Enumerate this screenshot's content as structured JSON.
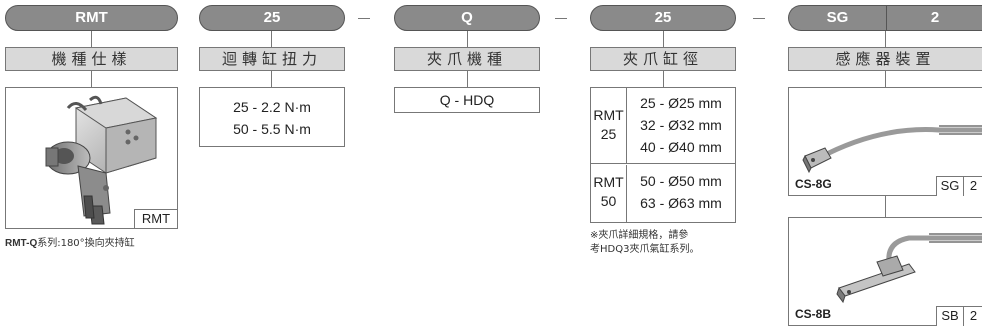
{
  "columns": {
    "model": {
      "code": "RMT",
      "header": "機種仕樣",
      "image_tag": "RMT",
      "caption_bold": "RMT-Q",
      "caption_rest": "系列:180°換向夾持缸"
    },
    "torque": {
      "code": "25",
      "header": "迴轉缸扭力",
      "values": [
        "25 - 2.2 N·m",
        "50 - 5.5 N·m"
      ]
    },
    "jaw_model": {
      "code": "Q",
      "header": "夾爪機種",
      "values": [
        "Q - HDQ"
      ]
    },
    "jaw_bore": {
      "code": "25",
      "header": "夾爪缸徑",
      "groups": [
        {
          "label": [
            "RMT",
            "25"
          ],
          "values": [
            "25 - Ø25 mm",
            "32 - Ø32 mm",
            "40 - Ø40 mm"
          ]
        },
        {
          "label": [
            "RMT",
            "50"
          ],
          "values": [
            "50 - Ø50 mm",
            "63 - Ø63 mm"
          ]
        }
      ],
      "note": [
        "※夾爪詳細規格，請參",
        "考HDQ3夾爪氣缸系列。"
      ]
    },
    "sensor": {
      "code_a": "SG",
      "code_b": "2",
      "header": "感應器裝置",
      "items": [
        {
          "name": "CS-8G",
          "tag_a": "SG",
          "tag_b": "2"
        },
        {
          "name": "CS-8B",
          "tag_a": "SB",
          "tag_b": "2"
        }
      ]
    }
  },
  "colors": {
    "pill": "#8a8a8a",
    "header_bg": "#d9d9d9",
    "line": "#777777"
  }
}
